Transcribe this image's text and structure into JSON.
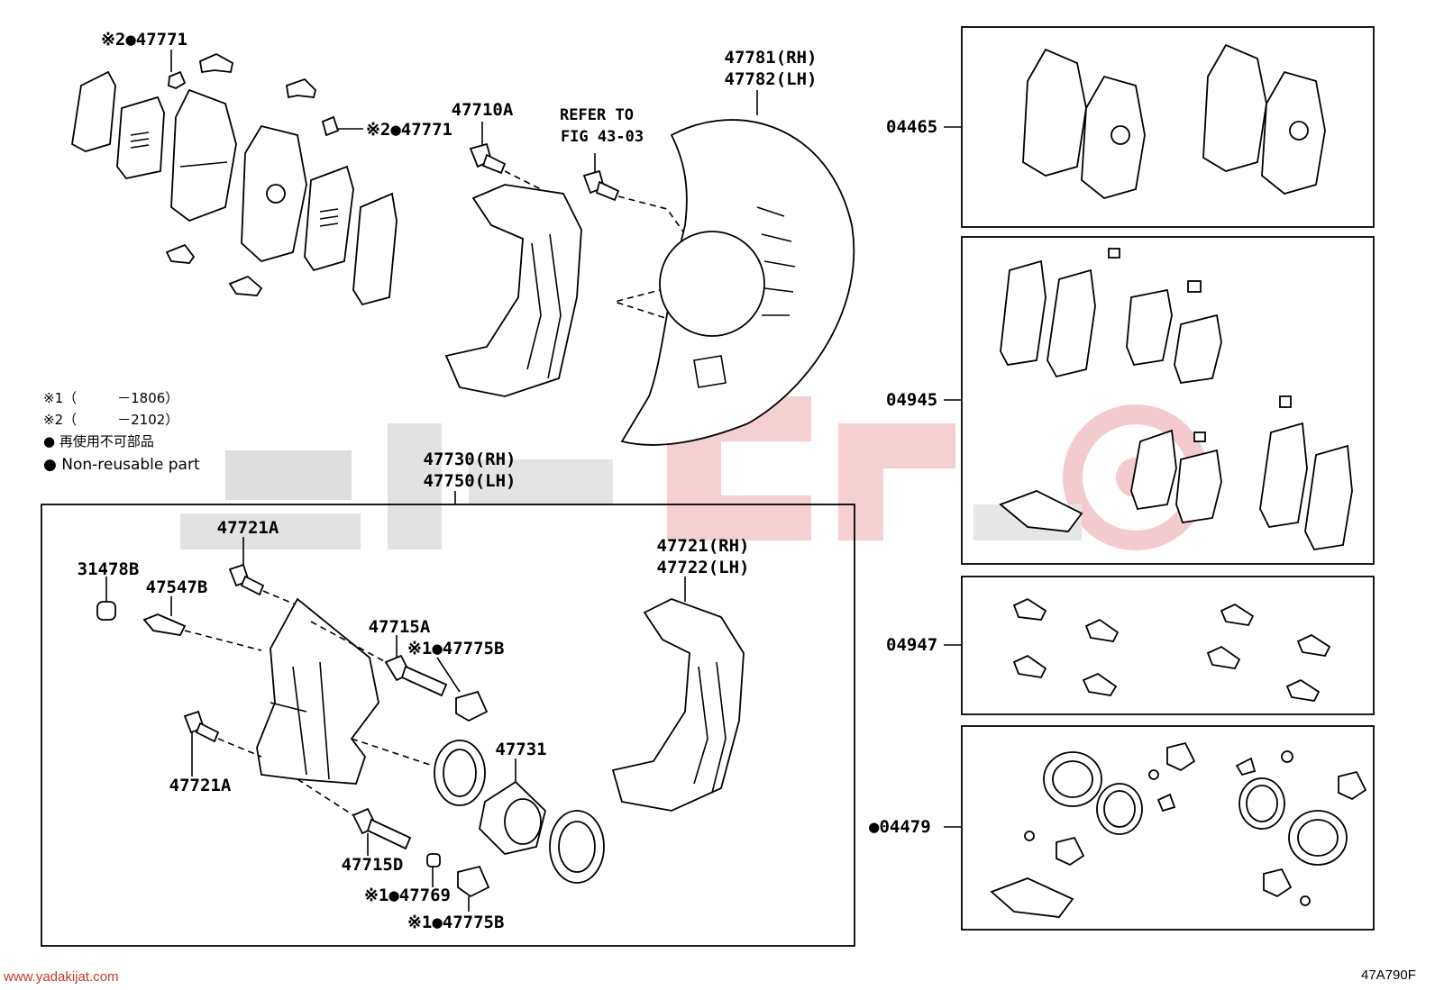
{
  "legend": {
    "note1": "※1（　　　－1806）",
    "note2": "※2（　　　－2102）",
    "non_reusable_jp": "● 再使用不可部品",
    "non_reusable_en": "● Non-reusable part"
  },
  "labels": {
    "p47771_top": "※2●47771",
    "p47771_mid": "※2●47771",
    "p47710A": "47710A",
    "refer_to": "REFER TO",
    "fig_ref": "FIG 43-03",
    "p47781": "47781(RH)",
    "p47782": "47782(LH)",
    "p47730": "47730(RH)",
    "p47750": "47750(LH)",
    "p47721A_top": "47721A",
    "p31478B": "31478B",
    "p47547B": "47547B",
    "p47715A": "47715A",
    "p47775B_top": "※1●47775B",
    "p47731": "47731",
    "p47721": "47721(RH)",
    "p47722": "47722(LH)",
    "p47721A_bot": "47721A",
    "p47715D": "47715D",
    "p47769": "※1●47769",
    "p47775B_bot": "※1●47775B",
    "kit_04465": "04465",
    "kit_04945": "04945",
    "kit_04947": "04947",
    "kit_04479": "●04479"
  },
  "footer": {
    "website": "www.yadakijat.com",
    "figure_code": "47A790F"
  },
  "colors": {
    "line": "#000000",
    "watermark_gray": "#dcdcdc",
    "watermark_red": "#f3c9cc",
    "link_red": "#c0392b"
  }
}
